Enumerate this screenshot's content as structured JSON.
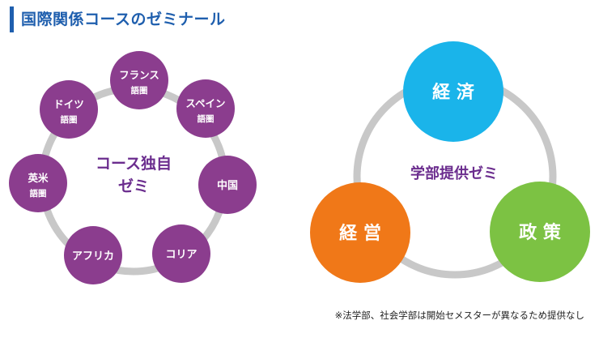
{
  "header": {
    "title": "国際関係コースのゼミナール"
  },
  "left_diagram": {
    "center_label_line1": "コース独自",
    "center_label_line2": "ゼミ",
    "circle_color": "#8b3d8e",
    "ring_color": "#c8c8c8",
    "center_text_color": "#6b2d8e",
    "nodes": [
      {
        "line1": "フランス",
        "line2": "語圏"
      },
      {
        "line1": "スペイン",
        "line2": "語圏"
      },
      {
        "line1": "中国",
        "line2": ""
      },
      {
        "line1": "コリア",
        "line2": ""
      },
      {
        "line1": "アフリカ",
        "line2": ""
      },
      {
        "line1": "英米",
        "line2": "語圏"
      },
      {
        "line1": "ドイツ",
        "line2": "語圏"
      }
    ]
  },
  "right_diagram": {
    "center_label": "学部提供ゼミ",
    "ring_color": "#c8c8c8",
    "nodes": [
      {
        "label": "経 済",
        "color": "#1ab4ea"
      },
      {
        "label": "経 営",
        "color": "#f07818"
      },
      {
        "label": "政 策",
        "color": "#7cc243"
      }
    ]
  },
  "footnote": "※法学部、社会学部は開始セメスターが異なるため提供なし"
}
